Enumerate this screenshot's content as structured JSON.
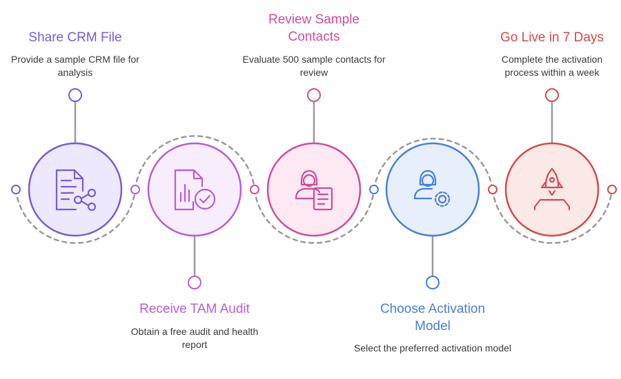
{
  "steps": [
    {
      "title": "Share CRM File",
      "description": "Provide a sample CRM file for analysis",
      "color": "#7a5ad6",
      "fill": "#ede8fb",
      "icon": "document-share-icon"
    },
    {
      "title": "Receive TAM Audit",
      "description": "Obtain a free audit and health report",
      "color": "#b55dd6",
      "fill": "#f8edfc",
      "icon": "report-check-icon"
    },
    {
      "title": "Review Sample Contacts",
      "description": "Evaluate 500 sample contacts for review",
      "color": "#d24a9a",
      "fill": "#fce9f3",
      "icon": "person-document-icon"
    },
    {
      "title": "Choose Activation Model",
      "description": "Select the preferred activation model",
      "color": "#4a7ddc",
      "fill": "#e7effc",
      "icon": "person-gear-icon"
    },
    {
      "title": "Go Live in 7 Days",
      "description": "Complete the activation process within a week",
      "color": "#d64848",
      "fill": "#fbe9e8",
      "icon": "rocket-launch-icon"
    }
  ]
}
